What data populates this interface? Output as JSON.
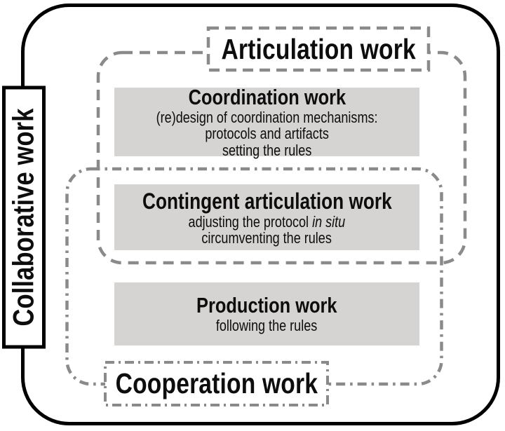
{
  "figure": {
    "kind": "nested-regions-diagram",
    "outer_label": "Collaborative work",
    "articulation_label": "Articulation work",
    "cooperation_label": "Cooperation work"
  },
  "boxes": {
    "coordination": {
      "title": "Coordination work",
      "lines": [
        "(re)design of coordination mechanisms:",
        "protocols and artifacts",
        "setting the rules"
      ]
    },
    "contingent": {
      "title": "Contingent articulation work",
      "line1_regular": "adjusting the protocol",
      "line1_italic": "in situ",
      "line2": "circumventing the rules"
    },
    "production": {
      "title": "Production work",
      "line1": "following the rules"
    }
  },
  "colors": {
    "background": "#ffffff",
    "outer_border": "#000000",
    "dash_border": "#8a8a8a",
    "gray_box_fill": "#d5d4d2",
    "text": "#0d0d0d"
  }
}
